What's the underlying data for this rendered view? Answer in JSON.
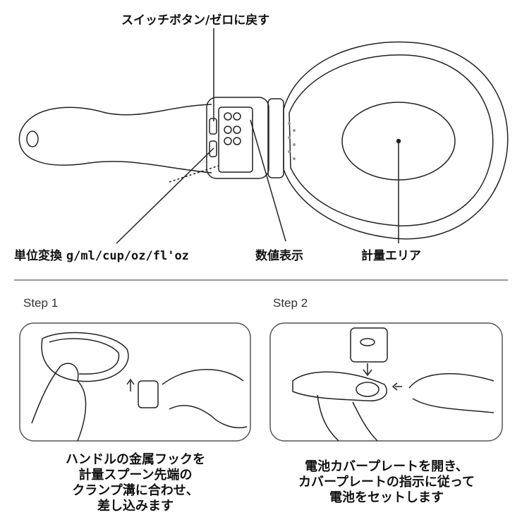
{
  "diagram": {
    "labels": {
      "switch_button": "スイッチボタン/ゼロに戻す",
      "unit_prefix": "単位変換",
      "units": "g/ml/cup/oz/fl'oz",
      "display": "数値表示",
      "measuring_area": "計量エリア"
    }
  },
  "steps": [
    {
      "label": "Step 1",
      "caption": [
        "ハンドルの金属フックを",
        "計量スプーン先端の",
        "クランプ溝に合わせ、",
        "差し込みます"
      ]
    },
    {
      "label": "Step 2",
      "caption": [
        "電池カバープレートを開き、",
        "カバープレートの指示に従って",
        "電池をセットします"
      ]
    }
  ]
}
